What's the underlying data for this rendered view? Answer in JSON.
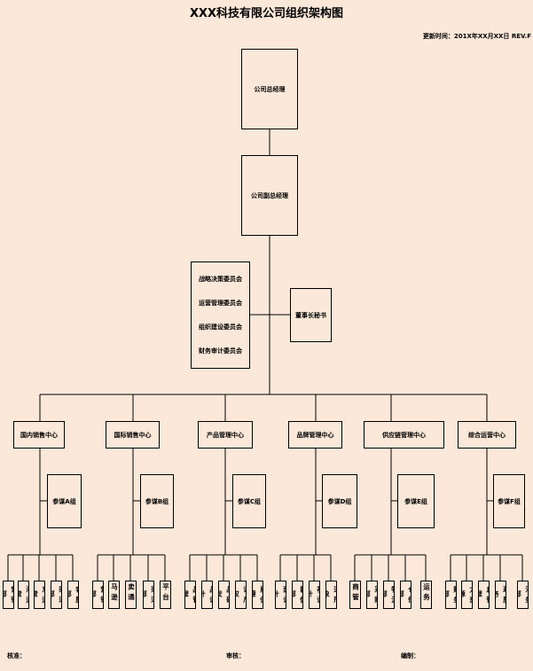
{
  "title": "XXX科技有限公司组织架构图",
  "update_info": "更新时间：201X年XX月XX日   REV.F",
  "gm": "公司总经理",
  "deputy_gm": "公司副总经理",
  "committees": [
    "战略决策委员会",
    "运营管理委员会",
    "组织建设委员会",
    "财务审计委员会"
  ],
  "secretary": "董事长秘书",
  "centers": [
    {
      "name": "国内销售中心",
      "staff": "参谋A组",
      "leaves": [
        "营销部",
        "海运营",
        "东运营",
        "渠道部",
        "客服部"
      ]
    },
    {
      "name": "国际销售中心",
      "staff": "参谋B组",
      "leaves": [
        "营销部",
        "马逊",
        "卖通",
        "渠道部",
        "平台"
      ]
    },
    {
      "name": "产品管理中心",
      "staff": "参谋C组",
      "leaves": [
        "品管理",
        "品设计",
        "品研发",
        "识产权",
        "质保障"
      ]
    },
    {
      "name": "品牌管理中心",
      "staff": "参谋D组",
      "leaves": [
        "面设计",
        "影像部",
        "视设计",
        "道形象"
      ]
    },
    {
      "name": "供应链管理中心",
      "staff": "参谋E组",
      "leaves": [
        "商管",
        "采购部",
        "物流部",
        "仓储部",
        "运务"
      ]
    },
    {
      "name": "综合运营中心",
      "staff": "参谋F组",
      "leaves": [
        "财务部",
        "力资源",
        "息管理",
        "政服务",
        "法务部"
      ]
    }
  ],
  "footer": {
    "approve": "核准：",
    "review": "审核：",
    "prepare": "编制："
  }
}
